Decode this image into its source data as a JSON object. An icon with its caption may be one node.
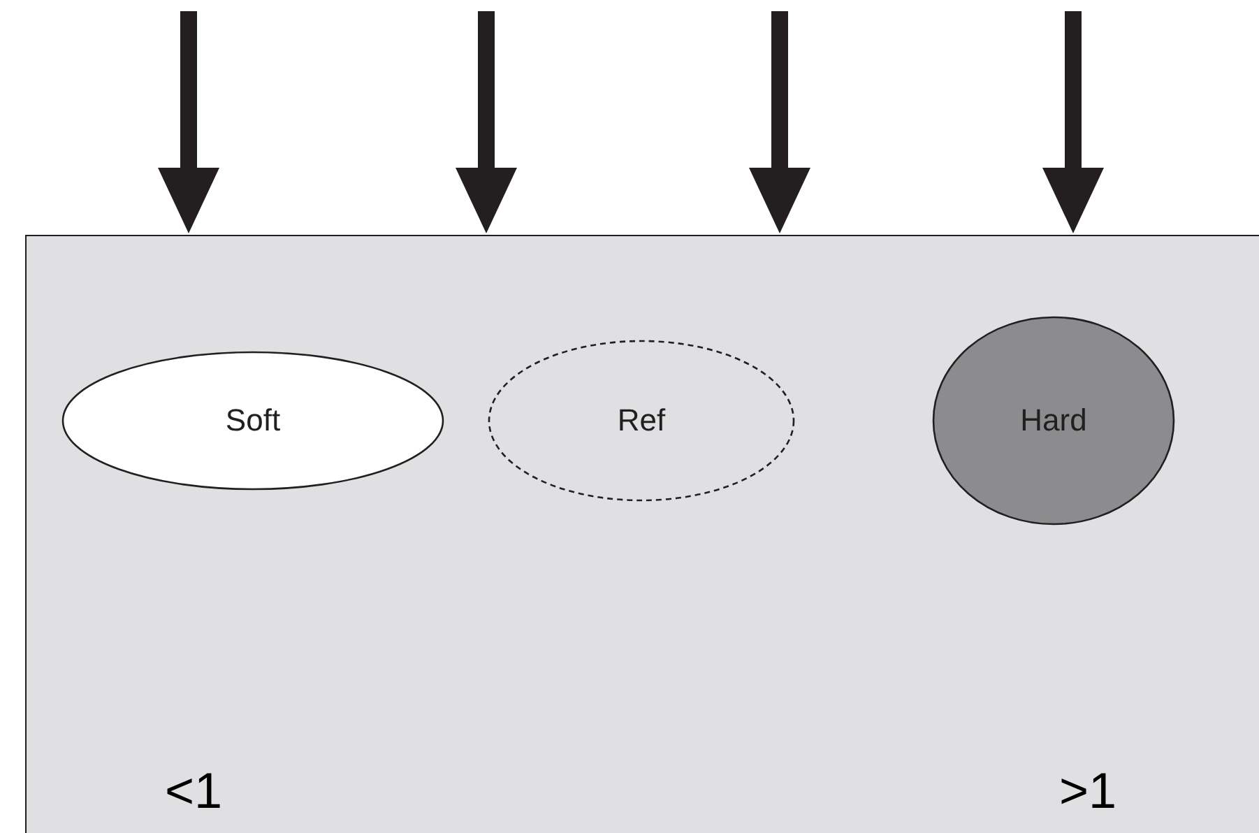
{
  "diagram": {
    "nodes": [
      {
        "text": [],
        "shape": "box"
      },
      {
        "text": [
          "Soft"
        ],
        "in": 0
      },
      {
        "text": [
          "Ref"
        ],
        "in": 0
      },
      {
        "text": [
          "Hard"
        ],
        "in": 0
      }
    ],
    "labels": [
      "<1",
      ">1"
    ]
  }
}
